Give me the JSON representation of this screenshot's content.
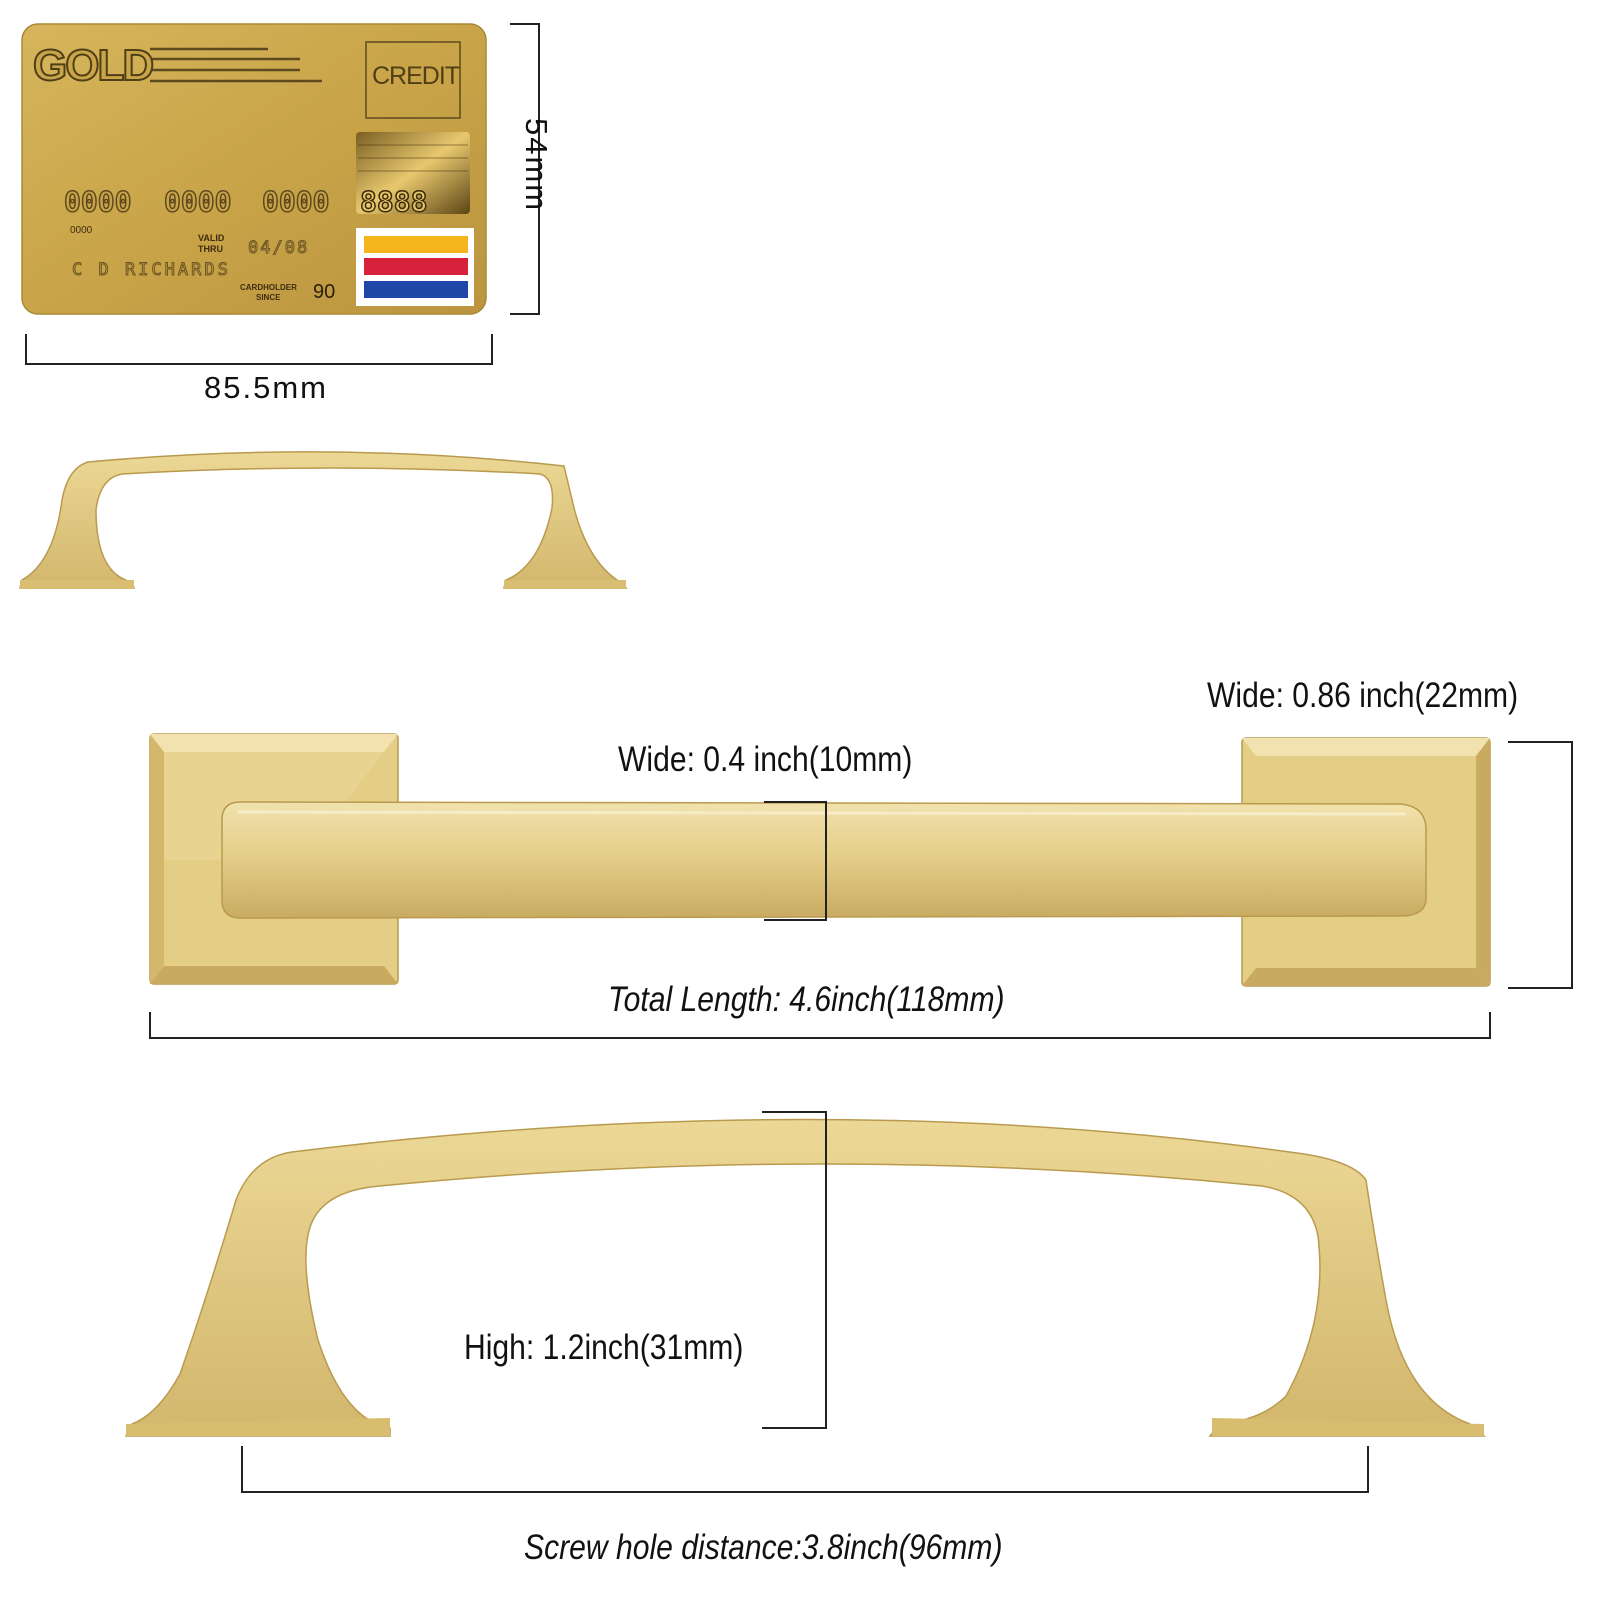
{
  "card": {
    "brand": "GOLD",
    "type": "CREDIT",
    "number_groups": [
      "0000",
      "0000",
      "0000",
      "8888"
    ],
    "small_number": "0000",
    "valid_label_1": "VALID",
    "valid_label_2": "THRU",
    "expiry": "04/08",
    "holder_name": "C D RICHARDS",
    "since_label_1": "CARDHOLDER",
    "since_label_2": "SINCE",
    "since_value": "90",
    "logo_stripe_colors": [
      "#f5b51c",
      "#d8213a",
      "#1f47a8"
    ]
  },
  "card_dimensions": {
    "height_label": "54mm",
    "width_label": "85.5mm"
  },
  "top_view": {
    "center_width_label": "Wide: 0.4 inch(10mm)",
    "base_width_label": "Wide: 0.86 inch(22mm)",
    "total_length_label": "Total Length: 4.6inch(118mm)"
  },
  "side_view": {
    "height_label": "High: 1.2inch(31mm)",
    "screw_distance_label": "Screw hole distance:3.8inch(96mm)"
  },
  "colors": {
    "gold_light": "#ecd99a",
    "gold_mid": "#dcc27a",
    "gold_dark": "#b99a4e",
    "card_gold": "#caa248",
    "line": "#222222"
  }
}
